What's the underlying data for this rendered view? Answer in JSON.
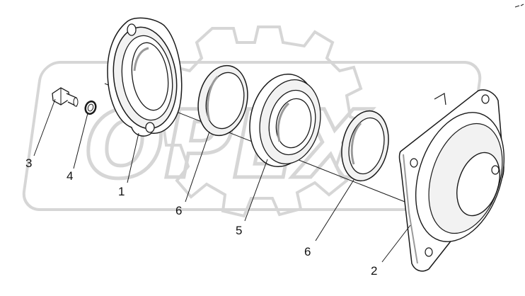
{
  "watermark": {
    "text": "OPEX",
    "color": "#d6d6d6"
  },
  "parts": [
    {
      "label": "1"
    },
    {
      "label": "2"
    },
    {
      "label": "3"
    },
    {
      "label": "4"
    },
    {
      "label": "5"
    },
    {
      "label": "6"
    },
    {
      "label": "6"
    }
  ],
  "colors": {
    "line": "#1a1a1a",
    "shade": "#9a9a9a",
    "light": "#f2f2f2"
  }
}
